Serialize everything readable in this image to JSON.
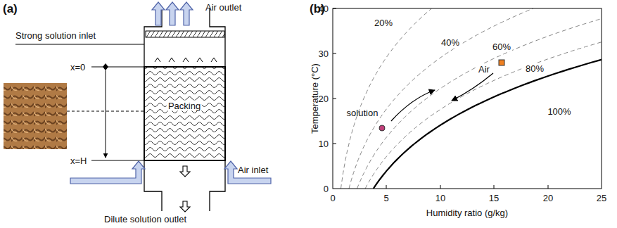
{
  "diagram": {
    "labels": [
      "(a)",
      "Air outlet",
      "Strong solution inlet",
      "x=0",
      "Packing",
      "x=H",
      "Air inlet",
      "Dilute solution outlet",
      "(b)",
      "40",
      "30",
      "20",
      "10",
      "0",
      "Temperature (°C)",
      "0",
      "5",
      "10",
      "15",
      "20",
      "25",
      "Humidity ratio (g/kg)",
      "20%",
      "40%",
      "60%",
      "80%",
      "100%",
      "Air",
      "solution"
    ]
  }
}
